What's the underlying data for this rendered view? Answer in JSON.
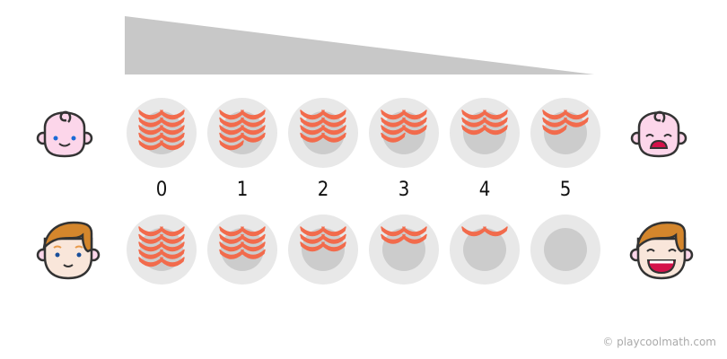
{
  "labels": [
    "0",
    "1",
    "2",
    "3",
    "4",
    "5"
  ],
  "rows": [
    {
      "name": "baby",
      "sausages": [
        10,
        9,
        8,
        7,
        6,
        5
      ]
    },
    {
      "name": "dad",
      "sausages": [
        10,
        8,
        6,
        4,
        2,
        0
      ]
    }
  ],
  "colors": {
    "sausage": "#f26b4c",
    "plate_outer": "#e8e8e8",
    "plate_inner": "#cccccc",
    "ramp": "#c8c8c8"
  },
  "credit": "© playcoolmath.com"
}
